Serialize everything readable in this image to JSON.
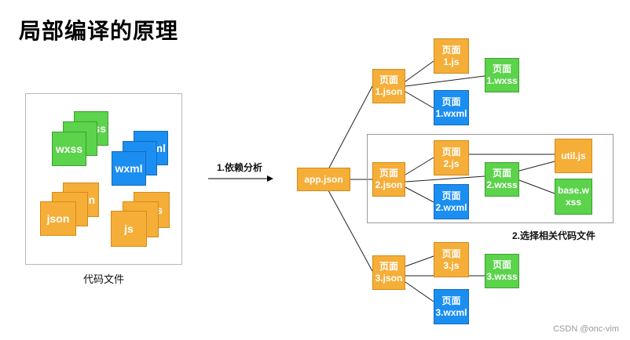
{
  "title": "局部编译的原理",
  "files": {
    "caption": "代码文件",
    "wxss_back_partial": "ss",
    "wxss_front": "wxss",
    "wxml_back_partial": "ml",
    "wxml_front": "wxml",
    "json_back_partial": "n",
    "json_front": "json",
    "js_back_partial": "s",
    "js_front": "js"
  },
  "arrow_label": "1.依赖分析",
  "app_json": "app.json",
  "pages": [
    {
      "json_l1": "页面",
      "json_l2": "1.json",
      "js_l1": "页面",
      "js_l2": "1.js",
      "wxml_l1": "页面",
      "wxml_l2": "1.wxml",
      "wxss_l1": "页面",
      "wxss_l2": "1.wxss"
    },
    {
      "json_l1": "页面",
      "json_l2": "2.json",
      "js_l1": "页面",
      "js_l2": "2.js",
      "wxml_l1": "页面",
      "wxml_l2": "2.wxml",
      "wxss_l1": "页面",
      "wxss_l2": "2.wxss"
    },
    {
      "json_l1": "页面",
      "json_l2": "3.json",
      "js_l1": "页面",
      "js_l2": "3.js",
      "wxml_l1": "页面",
      "wxml_l2": "3.wxml",
      "wxss_l1": "页面",
      "wxss_l2": "3.wxss"
    }
  ],
  "util_js": "util.js",
  "base_wxss_l1": "base.w",
  "base_wxss_l2": "xss",
  "group_label": "2.选择相关代码文件",
  "watermark": "CSDN @onc-vim",
  "colors": {
    "green": "#5bd34b",
    "blue": "#1b8ef2",
    "orange": "#f5ae38"
  }
}
